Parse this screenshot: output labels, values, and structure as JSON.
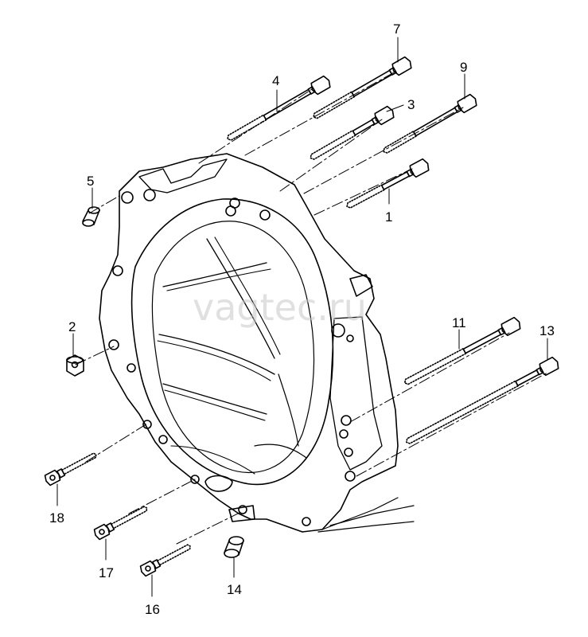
{
  "watermark": "vagtec.ru",
  "callouts": {
    "c1": "1",
    "c2": "2",
    "c3": "3",
    "c4": "4",
    "c5": "5",
    "c7": "7",
    "c9": "9",
    "c11": "11",
    "c13": "13",
    "c14": "14",
    "c16": "16",
    "c17": "17",
    "c18": "18"
  },
  "line_color": "#000000"
}
